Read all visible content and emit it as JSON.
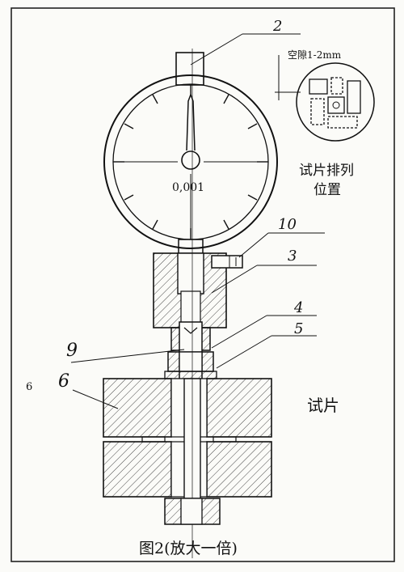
{
  "labels": {
    "part_2": "2",
    "part_10": "10",
    "part_3": "3",
    "part_4": "4",
    "part_5": "5",
    "part_9": "9",
    "part_6": "6",
    "margin_6": "6",
    "dial_reading": "0,001",
    "gap_note": "空隙1-2mm",
    "arrangement_line1": "试片排列",
    "arrangement_line2": "位置",
    "specimen": "试片",
    "caption": "图2(放大一倍)"
  }
}
